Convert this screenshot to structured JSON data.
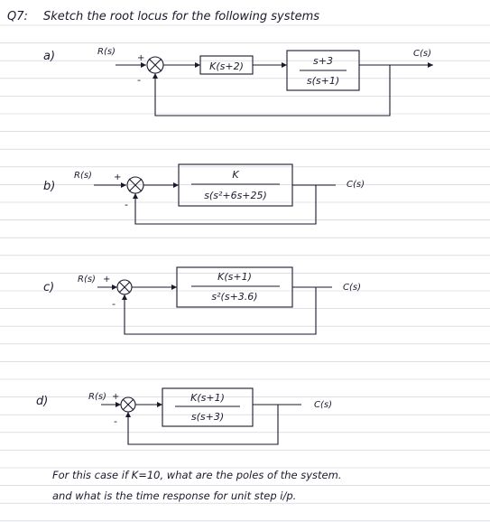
{
  "question": {
    "number": "Q7:",
    "heading": "Sketch the root locus for the following systems"
  },
  "systems": [
    {
      "label": "a)",
      "input": "R(s)",
      "plus": "+",
      "minus": "-",
      "controller": "K(s+2)",
      "plant_num": "s+3",
      "plant_den": "s(s+1)",
      "output": "C(s)"
    },
    {
      "label": "b)",
      "input": "R(s)",
      "plus": "+",
      "minus": "-",
      "plant_num": "K",
      "plant_den": "s(s²+6s+25)",
      "output": "C(s)"
    },
    {
      "label": "c)",
      "input": "R(s)",
      "plus": "+",
      "minus": "-",
      "plant_num": "K(s+1)",
      "plant_den": "s²(s+3.6)",
      "output": "C(s)"
    },
    {
      "label": "d)",
      "input": "R(s)",
      "plus": "+",
      "minus": "-",
      "plant_num": "K(s+1)",
      "plant_den": "s(s+3)",
      "output": "C(s)"
    }
  ],
  "footer": {
    "line1": "For this case if K=10, what are the poles of the system.",
    "line2": "and what is the time response for unit step i/p."
  },
  "colors": {
    "ink": "#1a1a2e",
    "rule": "#c9ccd6",
    "paper": "#ffffff"
  }
}
